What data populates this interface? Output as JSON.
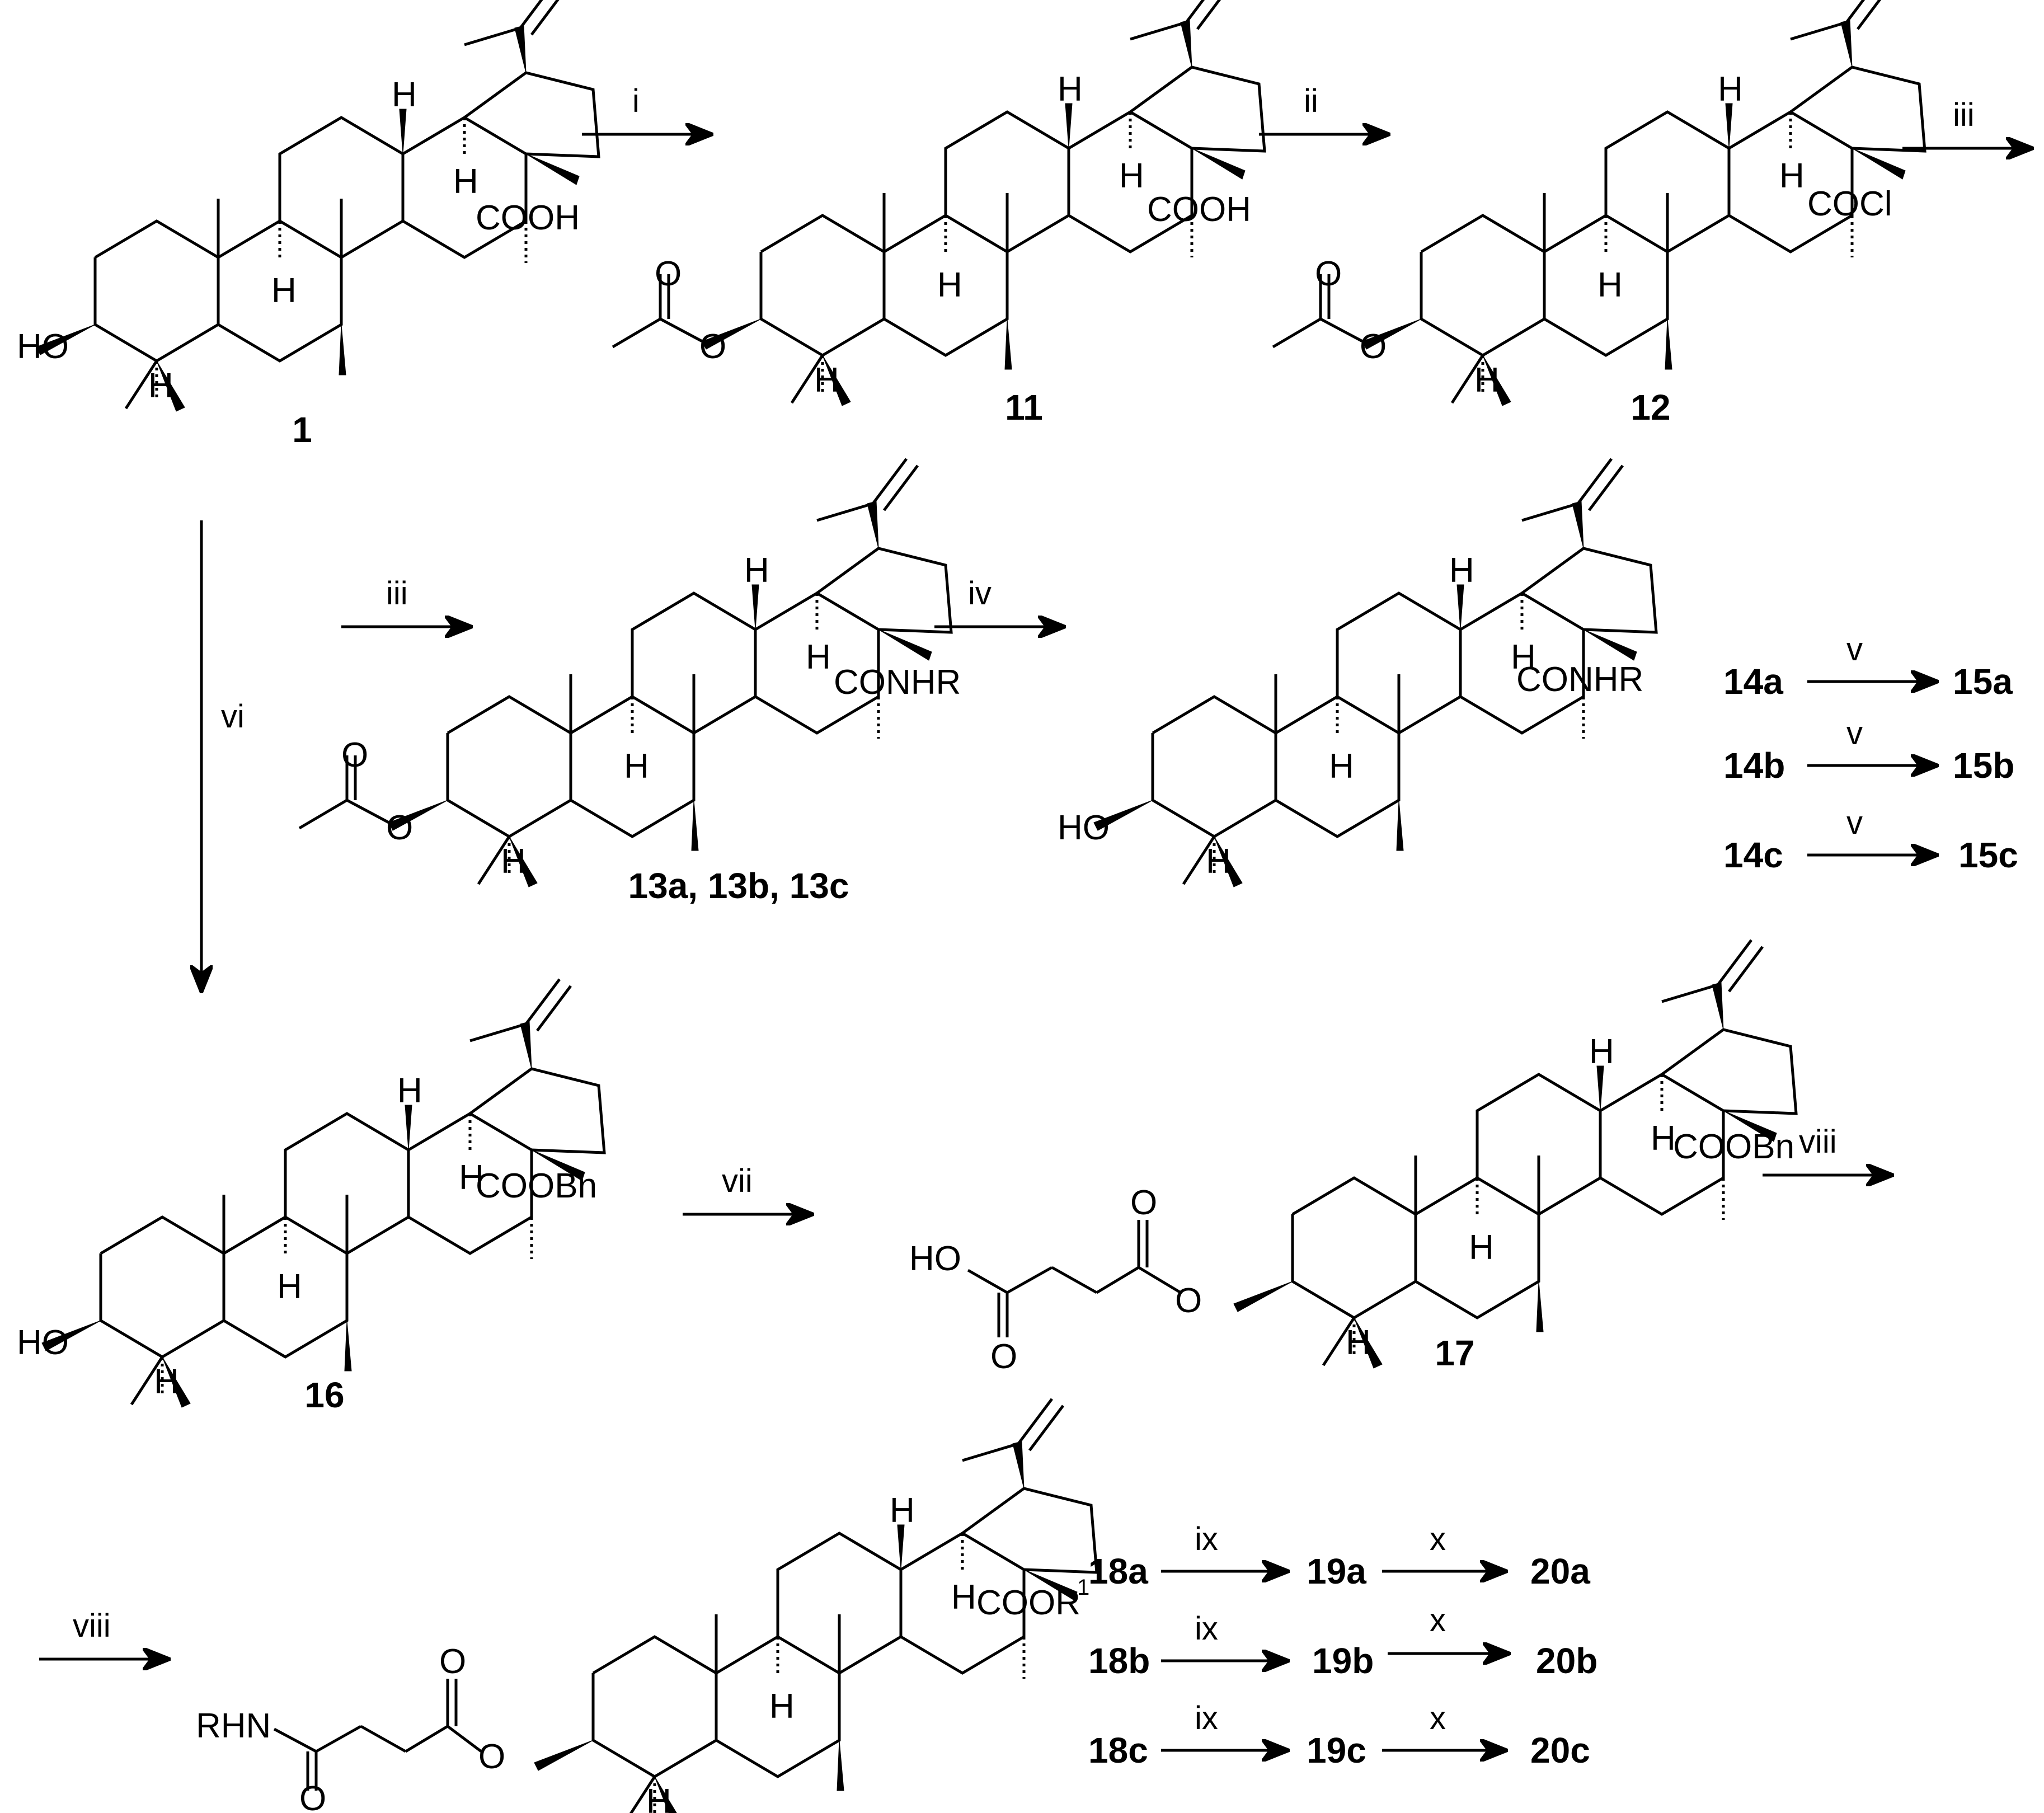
{
  "compounds": {
    "c1": "1",
    "c11": "11",
    "c12": "12",
    "c13": "13a, 13b, 13c",
    "c16": "16",
    "c17": "17"
  },
  "groups": {
    "cooh": "COOH",
    "cocl": "COCl",
    "conhr": "CONHR",
    "coobn": "COOBn",
    "coor1": "COOR",
    "coor1_sup": "1",
    "ho": "HO",
    "h": "H",
    "o": "O",
    "rhn": "RHN"
  },
  "reagents": {
    "i": "i",
    "ii": "ii",
    "iii": "iii",
    "iv": "iv",
    "v": "v",
    "vi": "vi",
    "vii": "vii",
    "viii": "viii",
    "ix": "ix",
    "x": "x"
  },
  "series14": [
    {
      "from": "14a",
      "to": "15a",
      "reagent": "v"
    },
    {
      "from": "14b",
      "to": "15b",
      "reagent": "v"
    },
    {
      "from": "14c",
      "to": "15c",
      "reagent": "v"
    }
  ],
  "series18": [
    {
      "from": "18a",
      "mid": "19a",
      "to": "20a",
      "r1": "ix",
      "r2": "x"
    },
    {
      "from": "18b",
      "mid": "19b",
      "to": "20b",
      "r1": "ix",
      "r2": "x"
    },
    {
      "from": "18c",
      "mid": "19c",
      "to": "20c",
      "r1": "ix",
      "r2": "x"
    }
  ]
}
